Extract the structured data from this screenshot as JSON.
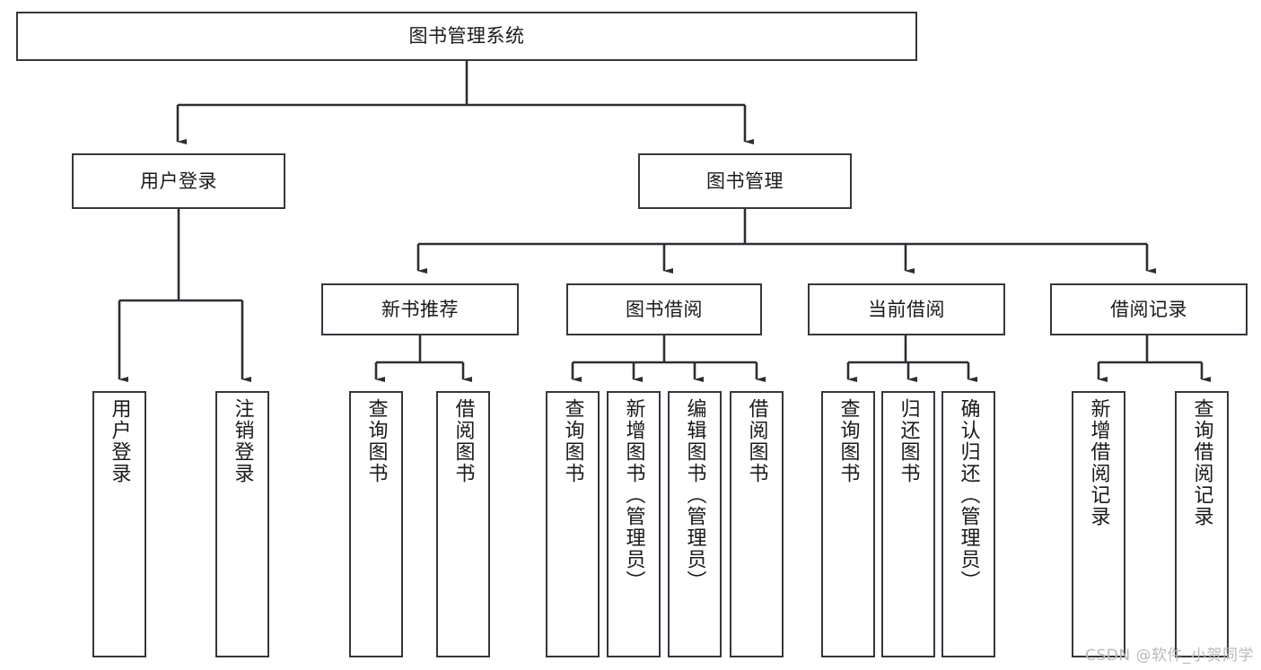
{
  "diagram": {
    "type": "tree-hierarchy-chart",
    "title": "图书管理系统",
    "watermark": "CSDN @软件_小贺同学",
    "colors": {
      "box_border": "#33383d",
      "box_fill": "#ffffff",
      "connector": "#2b2f33",
      "text": "#1a1a1a",
      "watermark": "#b9b9b9",
      "background": "#ffffff"
    },
    "nodes": {
      "root": {
        "label": "图书管理系统",
        "level": 0,
        "orientation": "horizontal"
      },
      "l1": [
        {
          "id": "user-login",
          "label": "用户登录",
          "level": 1,
          "orientation": "horizontal"
        },
        {
          "id": "book-management",
          "label": "图书管理",
          "level": 1,
          "orientation": "horizontal"
        }
      ],
      "l2": [
        {
          "id": "new-book-recommend",
          "label": "新书推荐",
          "level": 2,
          "orientation": "horizontal",
          "parent": "book-management"
        },
        {
          "id": "book-borrow",
          "label": "图书借阅",
          "level": 2,
          "orientation": "horizontal",
          "parent": "book-management"
        },
        {
          "id": "current-borrow",
          "label": "当前借阅",
          "level": 2,
          "orientation": "horizontal",
          "parent": "book-management"
        },
        {
          "id": "borrow-record",
          "label": "借阅记录",
          "level": 2,
          "orientation": "horizontal",
          "parent": "book-management"
        }
      ],
      "leaves": [
        {
          "id": "leaf-user-login",
          "label": "用户登录",
          "parent": "user-login",
          "orientation": "vertical"
        },
        {
          "id": "leaf-user-logout",
          "label": "注销登录",
          "parent": "user-login",
          "orientation": "vertical"
        },
        {
          "id": "leaf-query-book-1",
          "label": "查询图书",
          "parent": "new-book-recommend",
          "orientation": "vertical"
        },
        {
          "id": "leaf-borrow-book-1",
          "label": "借阅图书",
          "parent": "new-book-recommend",
          "orientation": "vertical"
        },
        {
          "id": "leaf-query-book-2",
          "label": "查询图书",
          "parent": "book-borrow",
          "orientation": "vertical"
        },
        {
          "id": "leaf-add-book",
          "label": "新增图书（管理员）",
          "parent": "book-borrow",
          "orientation": "vertical"
        },
        {
          "id": "leaf-edit-book",
          "label": "编辑图书（管理员）",
          "parent": "book-borrow",
          "orientation": "vertical"
        },
        {
          "id": "leaf-borrow-book-2",
          "label": "借阅图书",
          "parent": "book-borrow",
          "orientation": "vertical"
        },
        {
          "id": "leaf-query-book-3",
          "label": "查询图书",
          "parent": "current-borrow",
          "orientation": "vertical"
        },
        {
          "id": "leaf-return-book",
          "label": "归还图书",
          "parent": "current-borrow",
          "orientation": "vertical"
        },
        {
          "id": "leaf-confirm-return",
          "label": "确认归还（管理员）",
          "parent": "current-borrow",
          "orientation": "vertical"
        },
        {
          "id": "leaf-add-record",
          "label": "新增借阅记录",
          "parent": "borrow-record",
          "orientation": "vertical"
        },
        {
          "id": "leaf-query-record",
          "label": "查询借阅记录",
          "parent": "borrow-record",
          "orientation": "vertical"
        }
      ]
    }
  }
}
